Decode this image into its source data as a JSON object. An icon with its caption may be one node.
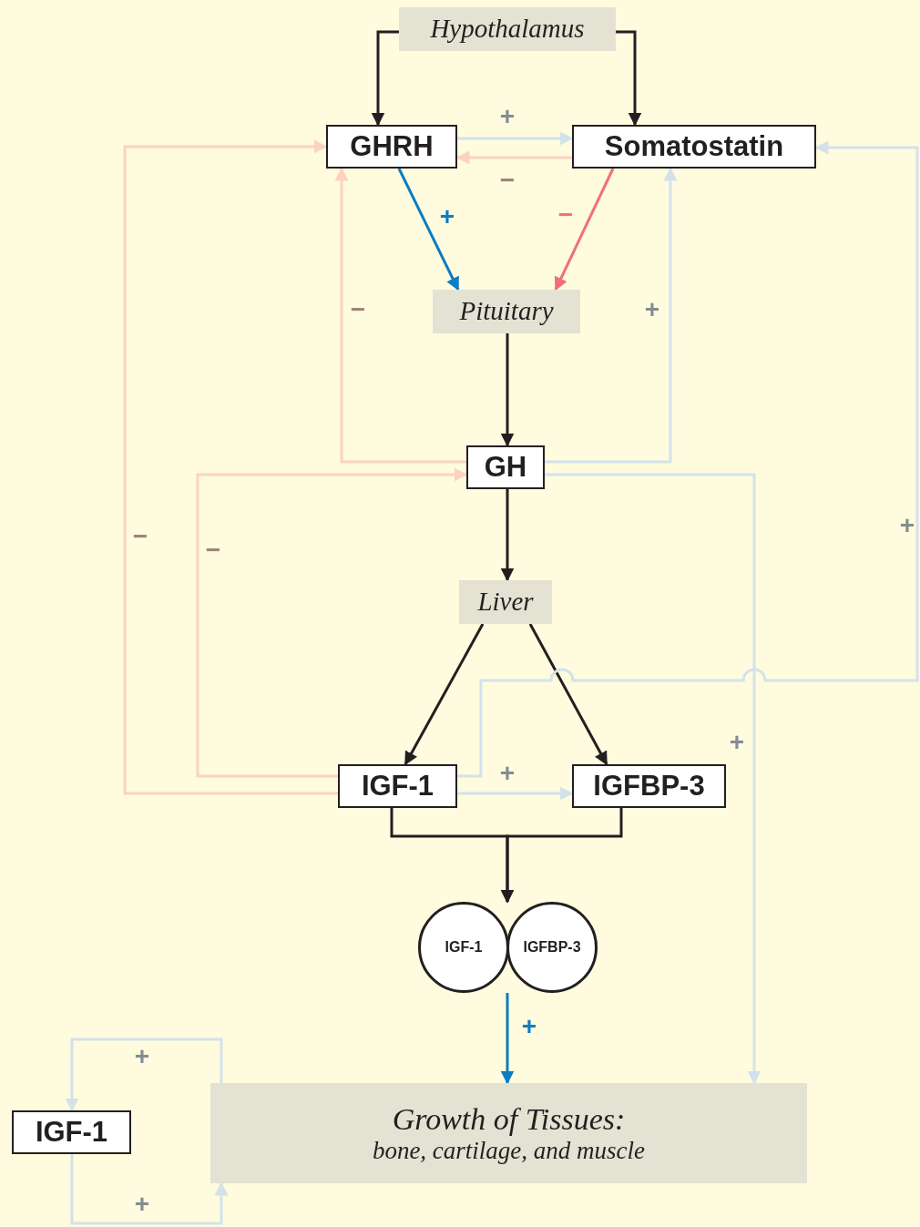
{
  "diagram": {
    "nodes": [
      {
        "text": [
          "Hypothalamus"
        ]
      },
      {
        "text": [
          "GHRH"
        ]
      },
      {
        "text": [
          "Somatostatin"
        ]
      },
      {
        "text": [
          "Pituitary"
        ]
      },
      {
        "text": [
          "GH"
        ]
      },
      {
        "text": [
          "Liver"
        ]
      },
      {
        "text": [
          "IGF-1"
        ]
      },
      {
        "text": [
          "IGFBP-3"
        ]
      },
      {
        "text": [
          "IGF-1"
        ]
      },
      {
        "text": [
          "IGFBP-3"
        ]
      },
      {
        "text": [
          "Growth of Tissues:",
          "bone, cartilage, and muscle"
        ]
      },
      {
        "text": [
          "IGF-1"
        ]
      }
    ],
    "edges": [
      {
        "from": 0,
        "to": 1,
        "arrow": "to"
      },
      {
        "from": 0,
        "to": 2,
        "arrow": "to"
      },
      {
        "from": 1,
        "to": 2,
        "arrow": "to",
        "label": "+",
        "color": "#d3e2ea"
      },
      {
        "from": 2,
        "to": 1,
        "arrow": "to",
        "label": "−",
        "color": "#fbd3c0"
      },
      {
        "from": 1,
        "to": 3,
        "arrow": "to",
        "label": "+",
        "color": "#0b7dc3"
      },
      {
        "from": 2,
        "to": 3,
        "arrow": "to",
        "label": "−",
        "color": "#f07078"
      },
      {
        "from": 3,
        "to": 4,
        "arrow": "to"
      },
      {
        "from": 4,
        "to": 1,
        "arrow": "to",
        "label": "−",
        "color": "#fbd3c0"
      },
      {
        "from": 4,
        "to": 2,
        "arrow": "to",
        "label": "+",
        "color": "#d3e2ea"
      },
      {
        "from": 4,
        "to": 10,
        "arrow": "to",
        "label": "+",
        "color": "#d3e2ea"
      },
      {
        "from": 4,
        "to": 5,
        "arrow": "to"
      },
      {
        "from": 5,
        "to": 6,
        "arrow": "to"
      },
      {
        "from": 5,
        "to": 7,
        "arrow": "to"
      },
      {
        "from": 6,
        "to": 1,
        "arrow": "to",
        "label": "−",
        "color": "#fbd3c0"
      },
      {
        "from": 6,
        "to": 4,
        "arrow": "to",
        "label": "−",
        "color": "#fbd3c0"
      },
      {
        "from": 6,
        "to": 7,
        "arrow": "to",
        "label": "+",
        "color": "#d3e2ea"
      },
      {
        "from": 6,
        "to": 2,
        "arrow": "to",
        "label": "+",
        "color": "#d3e2ea"
      },
      {
        "from": 6,
        "to": 8,
        "arrow": "to"
      },
      {
        "from": 7,
        "to": 8,
        "arrow": "to"
      },
      {
        "from": 8,
        "to": 10,
        "arrow": "to",
        "label": "+",
        "color": "#0b7dc3"
      },
      {
        "from": 10,
        "to": 11,
        "arrow": "to",
        "label": "+",
        "color": "#d3e2ea"
      },
      {
        "from": 11,
        "to": 10,
        "arrow": "to",
        "label": "+",
        "color": "#d3e2ea"
      }
    ]
  }
}
